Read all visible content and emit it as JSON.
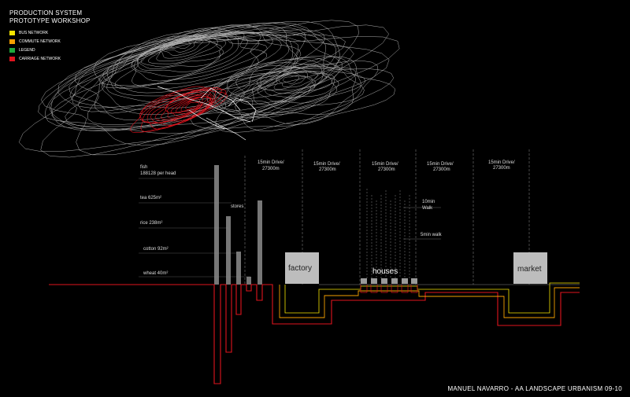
{
  "title_line1": "PRODUCTION SYSTEM",
  "title_line2": "PROTOTYPE WORKSHOP",
  "legend": [
    {
      "label": "BUS NETWORK",
      "color": "#f5e400"
    },
    {
      "label": "COMMUTE NETWORK",
      "color": "#f5a000"
    },
    {
      "label": "LEGEND",
      "color": "#1faa3c"
    },
    {
      "label": "CARRIAGE NETWORK",
      "color": "#e0141e"
    }
  ],
  "crops": {
    "fish_line1": "fish",
    "fish_line2": "188128 per head",
    "tea": "tea 625m²",
    "rice": "rice 238m²",
    "cotton": "cotton 92m²",
    "wheat": "wheat 40m²"
  },
  "stores_label": "stores",
  "drive_labels": [
    {
      "line1": "15min Drive/",
      "line2": "27300m"
    },
    {
      "line1": "15min Drive/",
      "line2": "27300m"
    },
    {
      "line1": "15min Drive/",
      "line2": "27300m"
    },
    {
      "line1": "15min Drive/",
      "line2": "27300m"
    },
    {
      "line1": "15min Drive/",
      "line2": "27300m"
    }
  ],
  "walk_10_line1": "10min",
  "walk_10_line2": "Walk",
  "walk_5": "5min walk",
  "factory_label": "factory",
  "houses_label": "houses",
  "market_label": "market",
  "credit": "MANUEL NAVARRO - AA LANDSCAPE URBANISM 09-10",
  "colors": {
    "bus": "#f5e400",
    "commute": "#f5a000",
    "carriage": "#e0141e",
    "block": "#bdbdbd",
    "bar": "#8c8c8c"
  }
}
